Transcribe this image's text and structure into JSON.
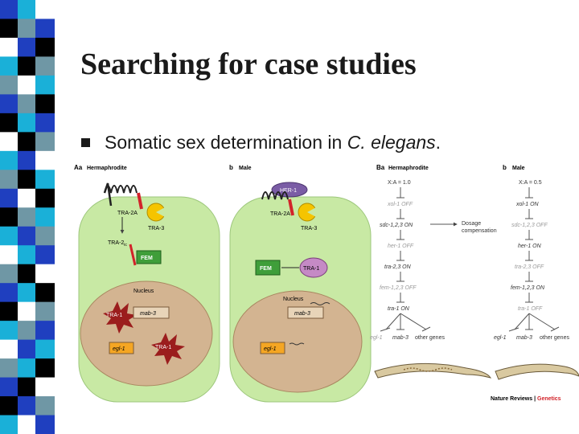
{
  "slide": {
    "title": "Searching for case studies",
    "bullet_prefix": "Somatic sex determination in ",
    "bullet_species": "C.  elegans",
    "bullet_suffix": "."
  },
  "colors": {
    "stripe_blue": "#1f3fbf",
    "stripe_teal": "#6f97a5",
    "stripe_cyan": "#1ab0d8",
    "stripe_black": "#000000",
    "cell": "#c8e9a4",
    "nucleus": "#d3b491",
    "tra1": "#9b1d1d",
    "fem": "#3f9e3a",
    "tra3": "#f5c400",
    "her1": "#7a5ca5",
    "red_bar": "#d2232a",
    "genetics_red": "#d2232a"
  },
  "figure": {
    "panel_aa": "Aa",
    "panel_aa_title": "Hermaphrodite",
    "panel_b": "b",
    "panel_b_title": "Male",
    "panel_ba": "Ba",
    "panel_ba_title": "Hermaphrodite",
    "panel_b2": "b",
    "panel_b2_title": "Male",
    "cellA": {
      "tra2a": "TRA-2A",
      "tra3": "TRA-3",
      "tra2ic_main": "TRA-2",
      "tra2ic_sub": "ic",
      "fem": "FEM",
      "nucleus": "Nucleus",
      "tra1_a": "TRA-1",
      "mab3": "mab-3",
      "egl1": "egl-1",
      "tra1_b": "TRA-1"
    },
    "cellB": {
      "her1": "HER-1",
      "tra2a": "TRA-2A",
      "tra3": "TRA-3",
      "fem": "FEM",
      "tra1": "TRA-1",
      "nucleus": "Nucleus",
      "mab3": "mab-3",
      "egl1": "egl-1"
    },
    "pathway_herm": {
      "xa": "X:A = 1.0",
      "xol1": "xol-1 OFF",
      "sdc": "sdc-1,2,3 ON",
      "dosage1": "Dosage",
      "dosage2": "compensation",
      "her1": "her-1 OFF",
      "tra23": "tra-2,3 ON",
      "fem": "fem-1,2,3 OFF",
      "tra1": "tra-1 ON",
      "egl1": "egl-1",
      "mab3": "mab-3",
      "other": "other genes"
    },
    "pathway_male": {
      "xa": "X:A = 0.5",
      "xol1": "xol-1 ON",
      "sdc": "sdc-1,2,3 OFF",
      "her1": "her-1 ON",
      "tra23": "tra-2,3 OFF",
      "fem": "fem-1,2,3 ON",
      "tra1": "tra-1 OFF",
      "egl1": "egl-1",
      "mab3": "mab-3",
      "other": "other genes"
    },
    "credit_main": "Nature Reviews",
    "credit_sep": " | ",
    "credit_sub": "Genetics"
  }
}
